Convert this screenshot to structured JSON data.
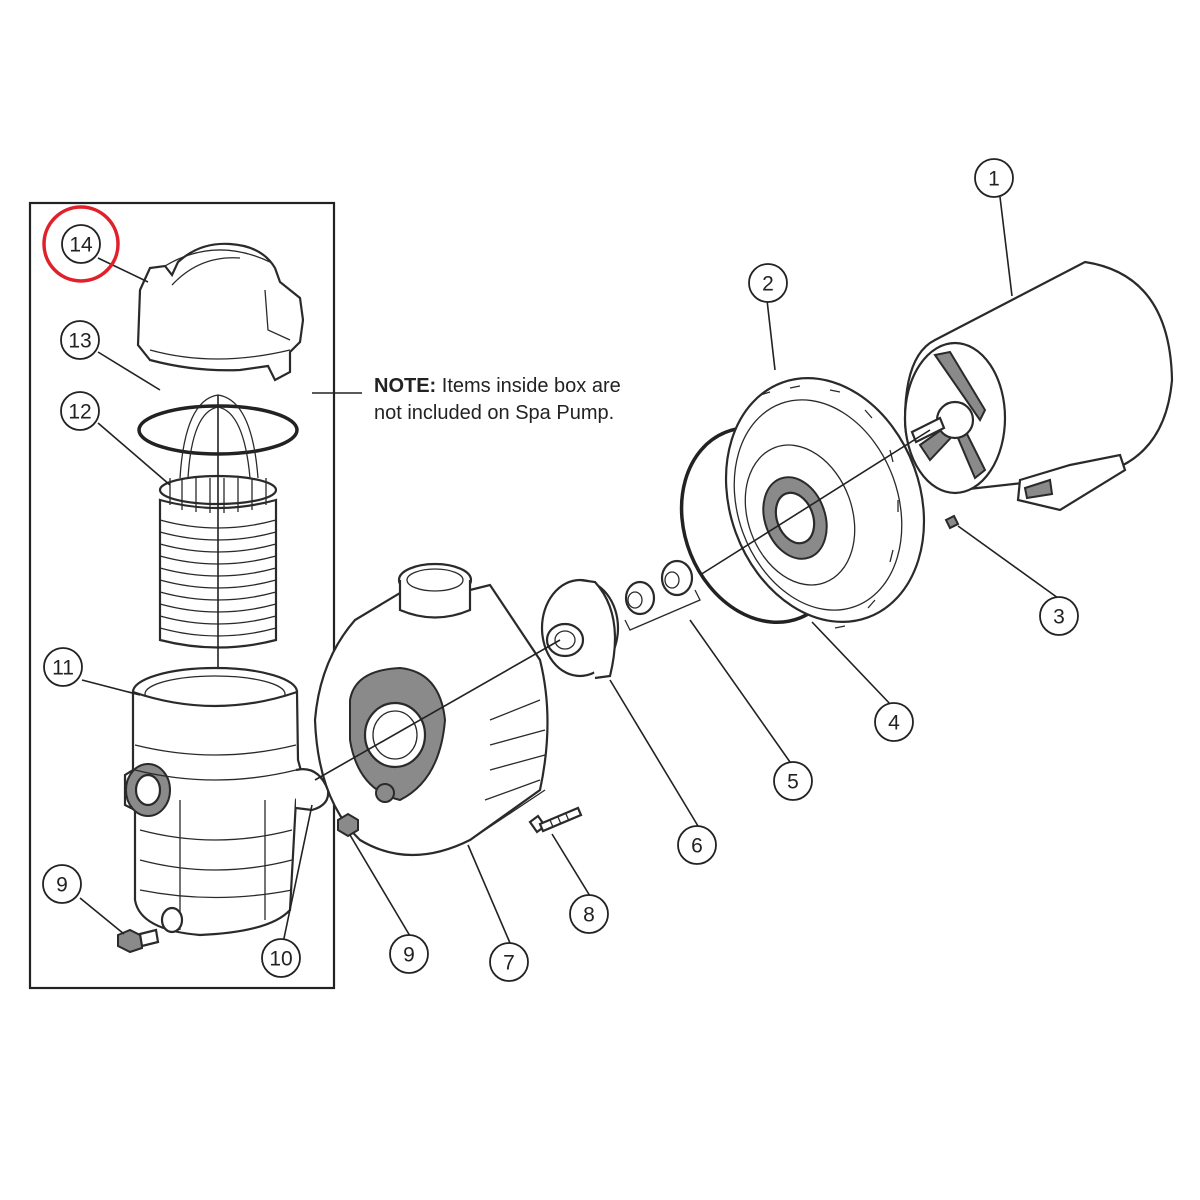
{
  "note": {
    "label": "NOTE:",
    "line1": "Items inside box are",
    "line2": "not included on Spa Pump."
  },
  "callouts": [
    {
      "id": "1",
      "label": "1"
    },
    {
      "id": "2",
      "label": "2"
    },
    {
      "id": "3",
      "label": "3"
    },
    {
      "id": "4",
      "label": "4"
    },
    {
      "id": "5",
      "label": "5"
    },
    {
      "id": "6",
      "label": "6"
    },
    {
      "id": "7",
      "label": "7"
    },
    {
      "id": "8",
      "label": "8"
    },
    {
      "id": "9a",
      "label": "9"
    },
    {
      "id": "9b",
      "label": "9"
    },
    {
      "id": "10",
      "label": "10"
    },
    {
      "id": "11",
      "label": "11"
    },
    {
      "id": "12",
      "label": "12"
    },
    {
      "id": "13",
      "label": "13"
    },
    {
      "id": "14",
      "label": "14"
    }
  ],
  "highlight": {
    "callout": "14",
    "color": "#e0202a"
  },
  "colors": {
    "line": "#222222",
    "shade": "#8a8a8a"
  }
}
